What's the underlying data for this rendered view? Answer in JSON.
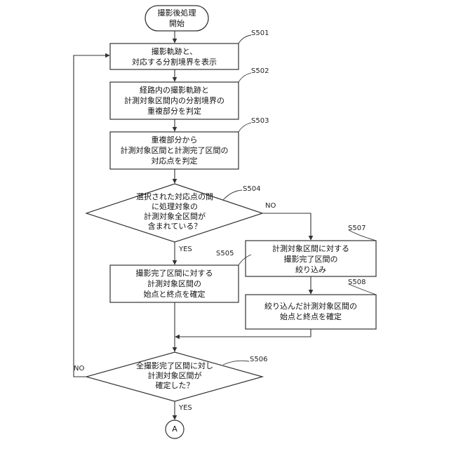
{
  "start": {
    "text": "撮影後処理\n開始"
  },
  "steps": {
    "s501": {
      "id": "S501",
      "text": "撮影軌跡と、\n対応する分割境界を表示"
    },
    "s502": {
      "id": "S502",
      "text": "経路内の撮影軌跡と\n計測対象区間内の分割境界の\n重複部分を判定"
    },
    "s503": {
      "id": "S503",
      "text": "重複部分から\n計測対象区間と計測完了区間の\n対応点を判定"
    },
    "s504": {
      "id": "S504",
      "text": "選択された対応点の間\nに処理対象の\n計測対象全区間が\n含まれている？"
    },
    "s505": {
      "id": "S505",
      "text": "撮影完了区間に対する\n計測対象区間の\n始点と終点を確定"
    },
    "s506": {
      "id": "S506",
      "text": "全撮影完了区間に対し\n計測対象区間が\n確定した？"
    },
    "s507": {
      "id": "S507",
      "text": "計測対象区間に対する\n撮影完了区間の\n絞り込み"
    },
    "s508": {
      "id": "S508",
      "text": "絞り込んだ計測対象区間の\n始点と終点を確定"
    }
  },
  "labels": {
    "yes": "YES",
    "no": "NO"
  },
  "connector": {
    "text": "A"
  },
  "colors": {
    "stroke": "#333333",
    "fill": "#ffffff",
    "text": "#111111"
  }
}
